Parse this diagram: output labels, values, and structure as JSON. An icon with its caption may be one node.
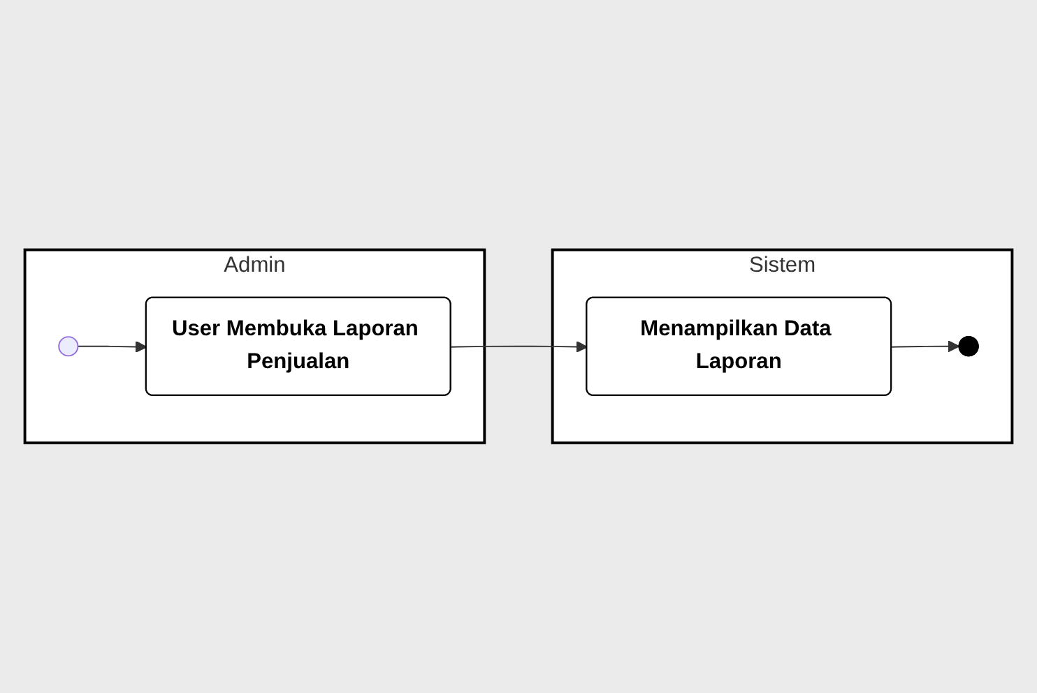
{
  "diagram": {
    "nodes": [
      {
        "text": [
          "Admin"
        ]
      },
      {
        "text": [],
        "shape": "circle",
        "in": 0
      },
      {
        "text": [
          "User Membuka Laporan Penjualan"
        ],
        "in": 0
      },
      {
        "text": [
          "Sistem"
        ]
      },
      {
        "text": [
          "Menampilkan Data Laporan"
        ],
        "in": 3
      },
      {
        "text": [],
        "shape": "bullseye",
        "in": 3
      }
    ],
    "edges": [
      {
        "from": 1,
        "to": 2,
        "arrow": "to"
      },
      {
        "from": 2,
        "to": 4,
        "arrow": "to"
      },
      {
        "from": 4,
        "to": 5,
        "arrow": "to"
      }
    ]
  }
}
